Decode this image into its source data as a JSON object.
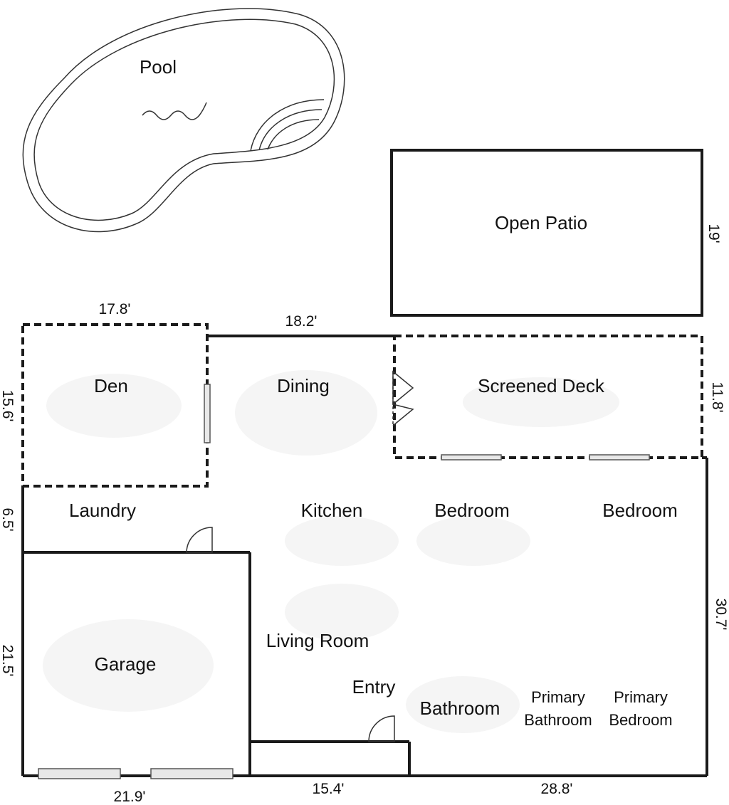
{
  "rooms": {
    "pool": "Pool",
    "open_patio": "Open Patio",
    "den": "Den",
    "dining": "Dining",
    "screened_deck": "Screened Deck",
    "laundry": "Laundry",
    "kitchen": "Kitchen",
    "bedroom_1": "Bedroom",
    "bedroom_2": "Bedroom",
    "living_room": "Living Room",
    "garage": "Garage",
    "entry": "Entry",
    "bathroom": "Bathroom",
    "primary_bathroom_line1": "Primary",
    "primary_bathroom_line2": "Bathroom",
    "primary_bedroom_line1": "Primary",
    "primary_bedroom_line2": "Bedroom"
  },
  "dimensions": {
    "patio_side": "19'",
    "den_top": "17.8'",
    "dining_top": "18.2'",
    "den_side": "15.6'",
    "deck_side": "11.8'",
    "laundry_side": "6.5'",
    "garage_side": "21.5'",
    "house_right": "30.7'",
    "garage_bottom": "21.9'",
    "entry_bottom": "15.4'",
    "house_bottom": "28.8'"
  }
}
